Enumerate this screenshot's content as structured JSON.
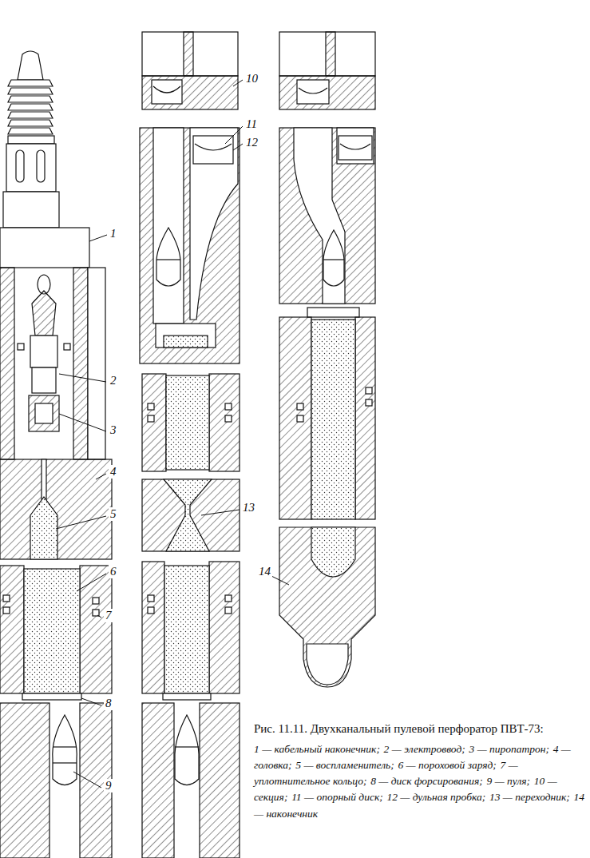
{
  "diagram": {
    "caption": "Рис. 11.11. Двухканальный пулевой перфоратор ПВТ-73:",
    "labels": [
      "1",
      "2",
      "3",
      "4",
      "5",
      "6",
      "7",
      "8",
      "9",
      "10",
      "11",
      "12",
      "13",
      "14",
      "1 — кабельный наконечник;",
      "2 — электроввод;",
      "3 — пиропатрон;",
      "4 — головка;",
      "5 — воспламенитель;",
      "6 — пороховой заряд;",
      "7 — уплотнительное кольцо;",
      "8 — диск форсирования;",
      "9 — пуля;",
      "10 — секция;",
      "11 — опорный диск;",
      "12 — дульная пробка;",
      "13 — переходник;",
      "14 — наконечник"
    ]
  }
}
